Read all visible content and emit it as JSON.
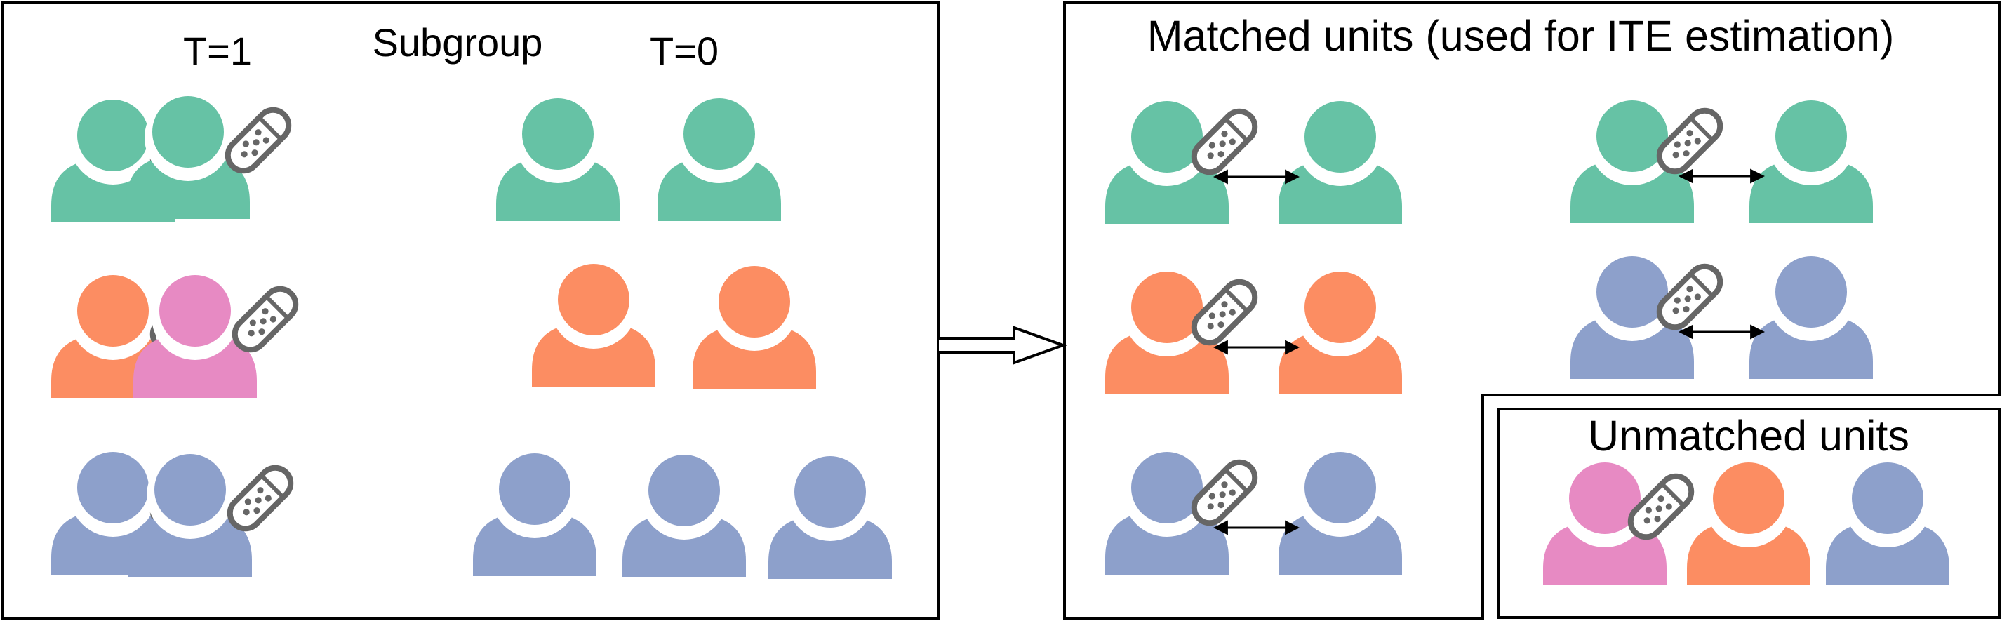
{
  "left_panel": {
    "label_treated": "T=1",
    "label_subgroup": "Subgroup",
    "label_control": "T=0",
    "treated_units": [
      {
        "color": "green"
      },
      {
        "color": "green"
      },
      {
        "color": "orange"
      },
      {
        "color": "pink"
      },
      {
        "color": "blue"
      },
      {
        "color": "blue"
      }
    ],
    "control_units": [
      {
        "color": "green"
      },
      {
        "color": "green"
      },
      {
        "color": "orange"
      },
      {
        "color": "orange"
      },
      {
        "color": "blue"
      },
      {
        "color": "blue"
      },
      {
        "color": "blue"
      }
    ]
  },
  "matched_panel": {
    "title": "Matched units (used for ITE estimation)",
    "pairs": [
      {
        "color": "green"
      },
      {
        "color": "orange"
      },
      {
        "color": "blue"
      },
      {
        "color": "green"
      },
      {
        "color": "blue"
      }
    ]
  },
  "unmatched_panel": {
    "title": "Unmatched units",
    "units": [
      {
        "color": "pink",
        "treated": true
      },
      {
        "color": "orange",
        "treated": false
      },
      {
        "color": "blue",
        "treated": false
      }
    ]
  },
  "colors": {
    "green": "#66c2a5",
    "orange": "#fc8d62",
    "pink": "#e78ac3",
    "blue": "#8da0cb",
    "pill": "#666666",
    "outline": "#000000"
  },
  "icons": {
    "person": "person-icon",
    "treatment": "pill-icon",
    "match_link": "double-arrow-icon",
    "transition": "hollow-arrow-icon"
  }
}
